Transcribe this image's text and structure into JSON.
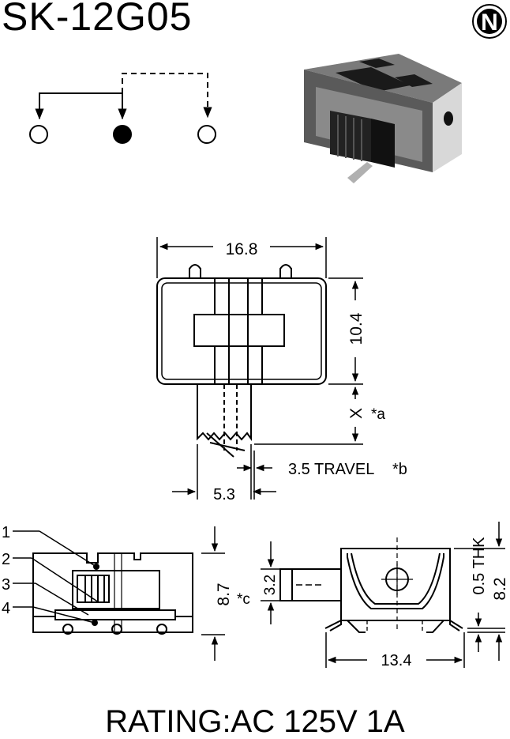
{
  "part_number": "SK-12G05",
  "logo_letter": "N",
  "rating": "RATING:AC 125V 1A",
  "top_view": {
    "width_dim": "16.8",
    "height_dim": "10.4",
    "x_dim": "X",
    "note_a": "*a",
    "travel_dim": "3.5 TRAVEL",
    "travel_note": "*b",
    "pin_dim": "5.3"
  },
  "side_view": {
    "labels": [
      "1",
      "2",
      "3",
      "4"
    ],
    "height_dim": "8.7",
    "note_c": "*c"
  },
  "end_view": {
    "knob_dim": "3.2",
    "thk_dim": "0.5 THK",
    "height_dim": "8.2",
    "width_dim": "13.4"
  },
  "colors": {
    "ink": "#000000",
    "body_fill": "#6e6e6e",
    "dark_fill": "#2a2a2a"
  }
}
